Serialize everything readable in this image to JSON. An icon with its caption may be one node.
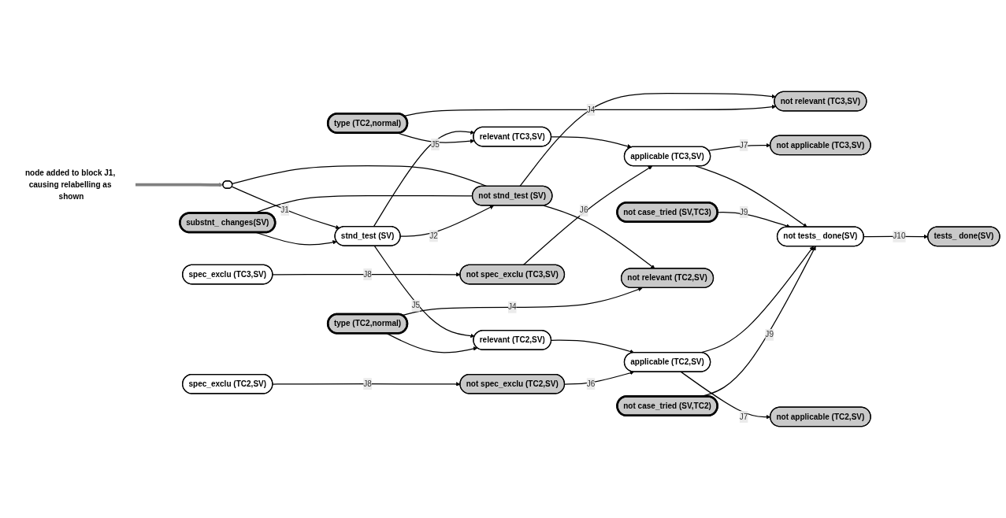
{
  "diagram": {
    "nodes": [
      {
        "text": [],
        "shape": "ellipse"
      },
      {
        "text": [
          "substnt_ changes(SV)"
        ]
      },
      {
        "text": [
          "type (TC2,normal)"
        ]
      },
      {
        "text": [
          "not relevant (TC3,SV)"
        ]
      },
      {
        "text": [
          "stnd_test (SV)"
        ]
      },
      {
        "text": [
          "relevant (TC3,SV)"
        ]
      },
      {
        "text": [
          "spec_exclu (TC3,SV)"
        ]
      },
      {
        "text": [
          "not spec_exclu (TC3,SV)"
        ]
      },
      {
        "text": [
          "not applicable (TC3,SV)"
        ]
      },
      {
        "text": [
          "applicable (TC3,SV)"
        ]
      },
      {
        "text": [
          "not case_tried (SV,TC3)"
        ]
      },
      {
        "text": [
          "not tests_ done(SV)"
        ]
      },
      {
        "text": [
          "not stnd_test (SV)"
        ]
      },
      {
        "text": [
          "relevant (TC2,SV)"
        ]
      },
      {
        "text": [
          "applicable (TC2,SV)"
        ]
      },
      {
        "text": [
          "tests_ done(SV)"
        ]
      },
      {
        "text": [
          "type (TC2,normal)"
        ]
      },
      {
        "text": [
          "not spec_exclu (TC2,SV)"
        ]
      },
      {
        "text": [
          "not applicable (TC2,SV)"
        ]
      },
      {
        "text": [
          "not case_tried (SV,TC2)"
        ]
      },
      {
        "text": [
          "not relevant (TC2,SV)"
        ]
      },
      {
        "text": [
          "spec_exclu (TC2,SV)"
        ]
      },
      {
        "text": [
          "node added to block J1, causing relabelling as shown"
        ]
      }
    ],
    "edges": [
      {
        "from": 22,
        "to": 0,
        "arrow": "to",
        "style": "thick",
        "color": "#808080"
      },
      {
        "from": 0,
        "to": 4,
        "arrow": "to",
        "label": "J1"
      },
      {
        "from": 1,
        "to": 4,
        "arrow": "to"
      },
      {
        "from": 0,
        "to": 12,
        "arrow": "none"
      },
      {
        "from": 1,
        "to": 12,
        "arrow": "none"
      },
      {
        "from": 4,
        "to": 12,
        "arrow": "to",
        "label": "J2"
      },
      {
        "from": 12,
        "to": 3,
        "arrow": "to"
      },
      {
        "from": 2,
        "to": 3,
        "arrow": "to",
        "label": "J4"
      },
      {
        "from": 4,
        "to": 5,
        "arrow": "to"
      },
      {
        "from": 2,
        "to": 5,
        "arrow": "to",
        "label": "J5"
      },
      {
        "from": 4,
        "to": 13,
        "arrow": "to",
        "label": "J5"
      },
      {
        "from": 16,
        "to": 13,
        "arrow": "to"
      },
      {
        "from": 12,
        "to": 20,
        "arrow": "to"
      },
      {
        "from": 16,
        "to": 20,
        "arrow": "to",
        "label": "J4"
      },
      {
        "from": 5,
        "to": 9,
        "arrow": "to"
      },
      {
        "from": 7,
        "to": 9,
        "arrow": "to",
        "label": "J6"
      },
      {
        "from": 6,
        "to": 7,
        "arrow": "to",
        "label": "J8"
      },
      {
        "from": 9,
        "to": 8,
        "arrow": "to",
        "label": "J7"
      },
      {
        "from": 9,
        "to": 11,
        "arrow": "to"
      },
      {
        "from": 10,
        "to": 11,
        "arrow": "to",
        "label": "J9"
      },
      {
        "from": 13,
        "to": 14,
        "arrow": "to"
      },
      {
        "from": 17,
        "to": 14,
        "arrow": "to",
        "label": "J6"
      },
      {
        "from": 14,
        "to": 18,
        "arrow": "to",
        "label": "J7"
      },
      {
        "from": 21,
        "to": 17,
        "arrow": "to",
        "label": "J8"
      },
      {
        "from": 14,
        "to": 11,
        "arrow": "to"
      },
      {
        "from": 19,
        "to": 11,
        "arrow": "to",
        "label": "J9"
      },
      {
        "from": 11,
        "to": 15,
        "arrow": "to",
        "label": "J10"
      }
    ]
  }
}
